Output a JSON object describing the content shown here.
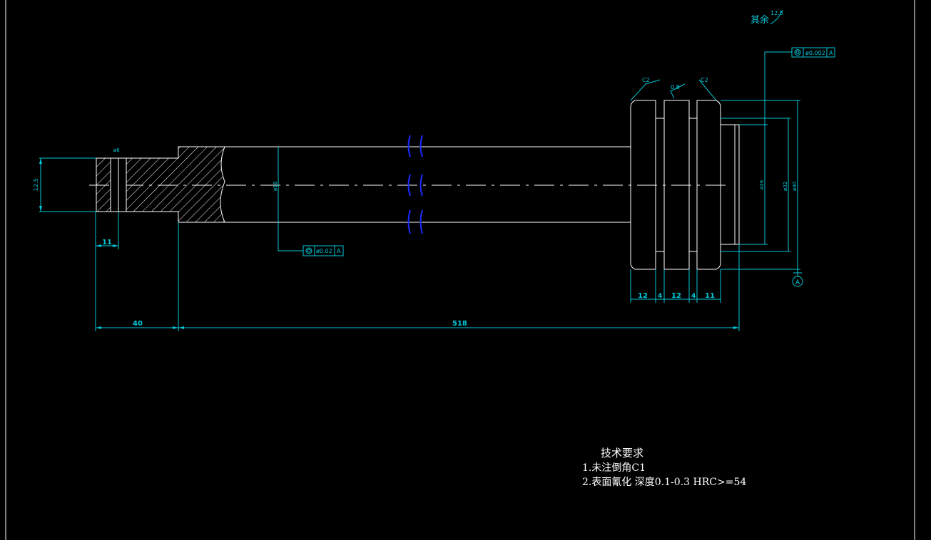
{
  "colors": {
    "background": "#000000",
    "geometry": "#ffffff",
    "dimension": "#00c8d8",
    "break_line": "#1a2cff"
  },
  "roughness": {
    "label": "其余",
    "value": "12.5",
    "face_value": "0.8"
  },
  "chamfers": {
    "left": "C2",
    "right": "C2"
  },
  "tolerance_frames": {
    "top": {
      "value": "ø0.002",
      "datum": "A"
    },
    "bottom": {
      "value": "ø0.02",
      "datum": "A"
    }
  },
  "datum": {
    "label": "A"
  },
  "dimensions": {
    "d125": "12.5",
    "d11": "11",
    "d40": "40",
    "d518": "518",
    "d12a": "12",
    "d4a": "4",
    "d12b": "12",
    "d4b": "4",
    "d11b": "11",
    "dia_small": "ø6",
    "dia18": "ø18",
    "dia26": "ø26",
    "dia32": "ø32",
    "dia40": "ø40"
  },
  "tech_req": {
    "title": "技术要求",
    "line1": "1.未注倒角C1",
    "line2": "2.表面氰化  深度0.1-0.3 HRC>=54"
  }
}
